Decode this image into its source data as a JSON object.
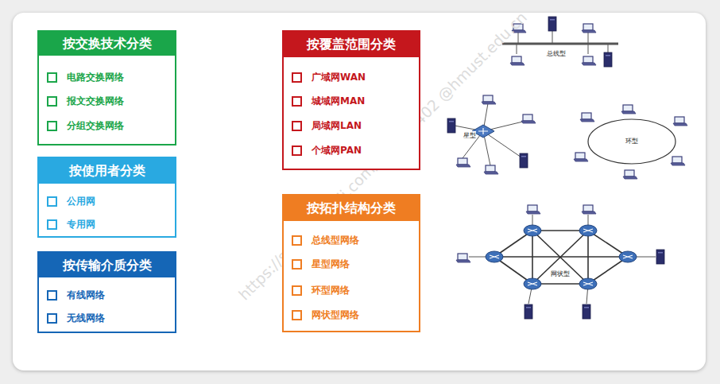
{
  "diagram": {
    "nodes": [
      {
        "text": [
          "按交换技术分类",
          "电路交换网络",
          "报文交换网络",
          "分组交换网络"
        ]
      },
      {
        "text": [
          "按使用者分类",
          "公用网",
          "专用网"
        ]
      },
      {
        "text": [
          "按传输介质分类",
          "有线网络",
          "无线网络"
        ]
      },
      {
        "text": [
          "按覆盖范围分类",
          "广域网WAN",
          "城域网MAN",
          "局域网LAN",
          "个域网PAN"
        ]
      },
      {
        "text": [
          "按拓扑结构分类",
          "总线型网络",
          "星型网络",
          "环型网络",
          "网状型网络"
        ]
      },
      {
        "text": [
          "环型"
        ]
      }
    ],
    "edges": [],
    "labels": [
      "总线型",
      "星型",
      "网状型",
      "https://space.bilibili.com/369996402 @hmust.edu.cn"
    ]
  }
}
